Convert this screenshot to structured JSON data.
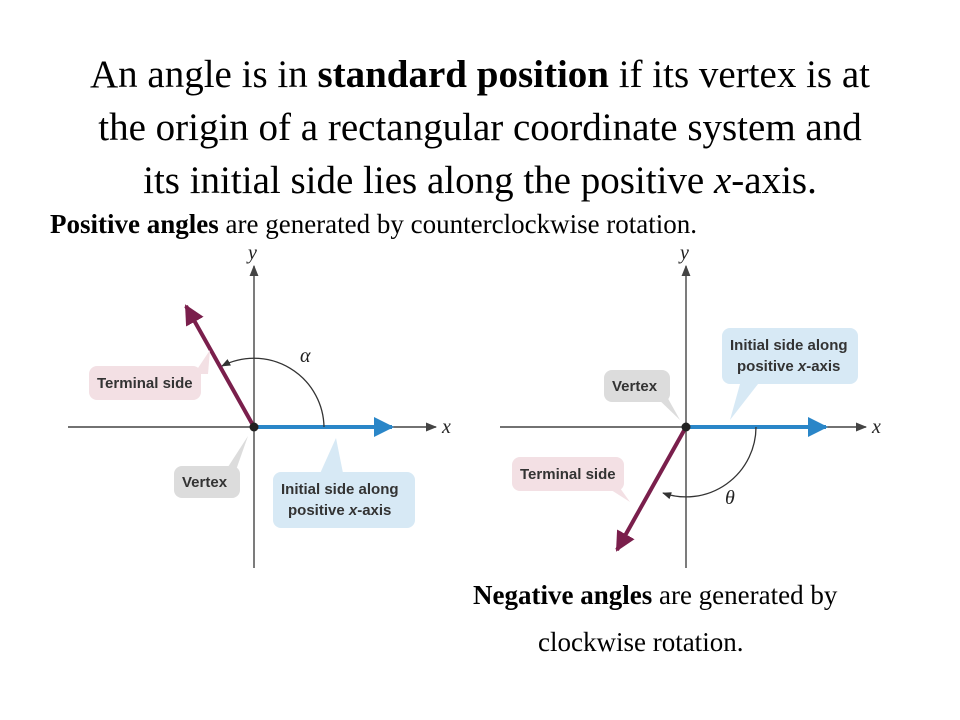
{
  "title": {
    "line1_a": "An angle is in ",
    "line1_bold": "standard position",
    "line1_b": " if its vertex is at",
    "line2": "the origin of a rectangular coordinate system and",
    "line3_a": "its initial side lies along the positive ",
    "line3_italic": "x",
    "line3_b": "-axis."
  },
  "positive_caption": {
    "bold": "Positive angles",
    "rest": " are generated by counterclockwise rotation."
  },
  "negative_caption": {
    "bold": "Negative angles",
    "rest": " are generated by",
    "line2": "clockwise rotation."
  },
  "left_figure": {
    "x_label": "x",
    "y_label": "y",
    "angle_label": "α",
    "terminal_label": "Terminal side",
    "vertex_label": "Vertex",
    "initial_label_line1": "Initial side along",
    "initial_label_line2_a": "positive ",
    "initial_label_line2_italic": "x",
    "initial_label_line2_b": "-axis"
  },
  "right_figure": {
    "x_label": "x",
    "y_label": "y",
    "angle_label": "θ",
    "terminal_label": "Terminal side",
    "vertex_label": "Vertex",
    "initial_label_line1": "Initial side along",
    "initial_label_line2_a": "positive ",
    "initial_label_line2_italic": "x",
    "initial_label_line2_b": "-axis"
  },
  "colors": {
    "initial_side": "#2a86c8",
    "terminal_side": "#7a1f4c",
    "axis": "#444444",
    "callout_pink": "#f3e0e4",
    "callout_gray": "#dcdcdc",
    "callout_blue": "#d7e9f5"
  }
}
